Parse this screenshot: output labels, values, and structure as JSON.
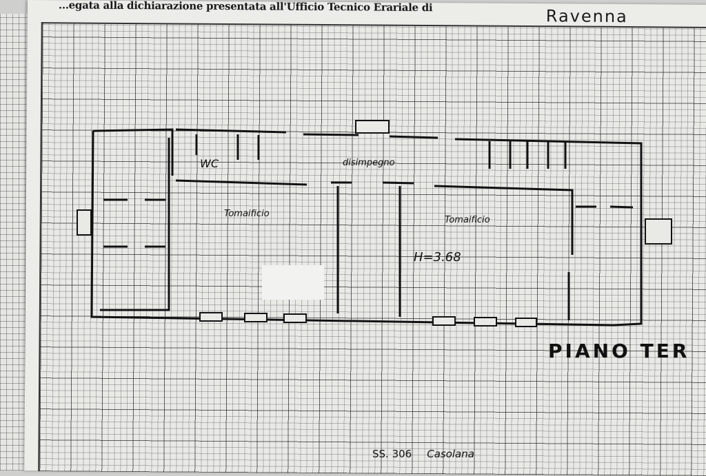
{
  "document": {
    "header_text": "...egata alla dichiarazione presentata all'Ufficio Tecnico Erariale di",
    "city": "Ravenna"
  },
  "plan": {
    "rooms": {
      "wc": "WC",
      "corridor": "disimpegno",
      "workshop_left": "Tomaificio",
      "workshop_right": "Tomaificio"
    },
    "height_label": "H=3.68",
    "floor_label": "PIANO TER",
    "road_code": "SS. 306",
    "road_name": "Casolana"
  }
}
